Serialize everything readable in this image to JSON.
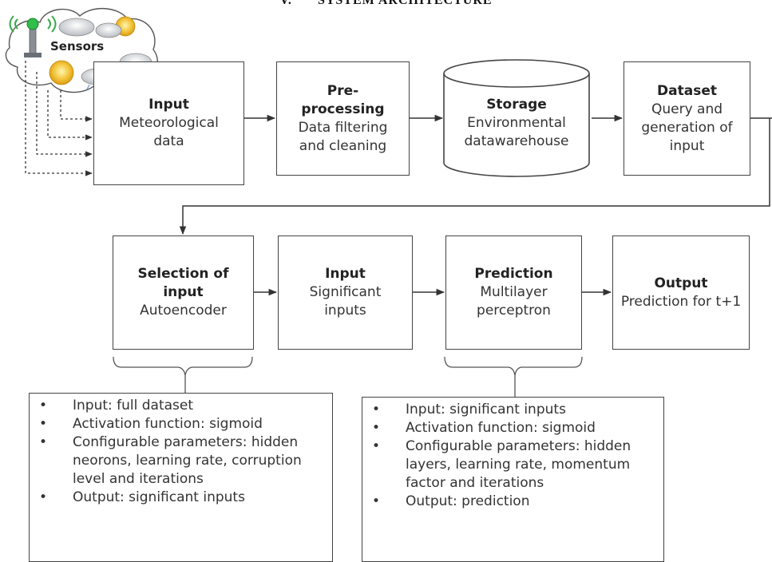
{
  "header": {
    "section_number": "V.",
    "title": "SYSTEM ARCHITECTURE"
  },
  "sensors": {
    "label": "Sensors"
  },
  "row1": [
    {
      "title": "Input",
      "desc": "Meteorological data"
    },
    {
      "title": "Pre-processing",
      "desc": "Data filtering and cleaning"
    },
    {
      "title": "Storage",
      "desc": "Environmental datawarehouse"
    },
    {
      "title": "Dataset",
      "desc": "Query and generation of input"
    }
  ],
  "row2": [
    {
      "title": "Selection of input",
      "desc": "Autoencoder"
    },
    {
      "title": "Input",
      "desc": "Significant inputs"
    },
    {
      "title": "Prediction",
      "desc": "Multilayer perceptron"
    },
    {
      "title": "Output",
      "desc": "Prediction for t+1"
    }
  ],
  "notes_autoencoder": [
    "Input: full dataset",
    "Activation function: sigmoid",
    "Configurable parameters: hidden neorons, learning rate, corruption level and iterations",
    "Output: significant inputs"
  ],
  "notes_mlp": [
    "Input: significant inputs",
    "Activation function: sigmoid",
    "Configurable parameters: hidden layers, learning rate, momentum factor and iterations",
    "Output: prediction"
  ],
  "bullet_glyph": "•"
}
